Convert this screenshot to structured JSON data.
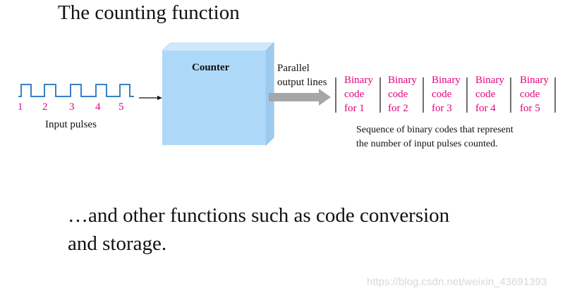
{
  "title": "The counting function",
  "counter": {
    "label": "Counter"
  },
  "input": {
    "pulse_labels": [
      "1",
      "2",
      "3",
      "4",
      "5"
    ],
    "caption": "Input pulses"
  },
  "output": {
    "line1": "Parallel",
    "line2": "output lines"
  },
  "binary_codes": [
    {
      "line1": "Binary",
      "line2": "code",
      "line3": "for 1"
    },
    {
      "line1": "Binary",
      "line2": "code",
      "line3": "for 2"
    },
    {
      "line1": "Binary",
      "line2": "code",
      "line3": "for 3"
    },
    {
      "line1": "Binary",
      "line2": "code",
      "line3": "for 4"
    },
    {
      "line1": "Binary",
      "line2": "code",
      "line3": "for 5"
    }
  ],
  "sequence_caption": {
    "line1": "Sequence of binary codes that represent",
    "line2": "the number of input pulses counted."
  },
  "footer": {
    "line1": "…and other functions such as code conversion",
    "line2": "and storage."
  },
  "watermark": "https://blog.csdn.net/weixin_43691393",
  "colors": {
    "pulse": "#3a7fc8",
    "accent": "#e5007e",
    "box_front": "#aed8f8",
    "box_top": "#cfe8fb",
    "box_side": "#9ccbef",
    "arrow_gray": "#a6a6a6"
  }
}
